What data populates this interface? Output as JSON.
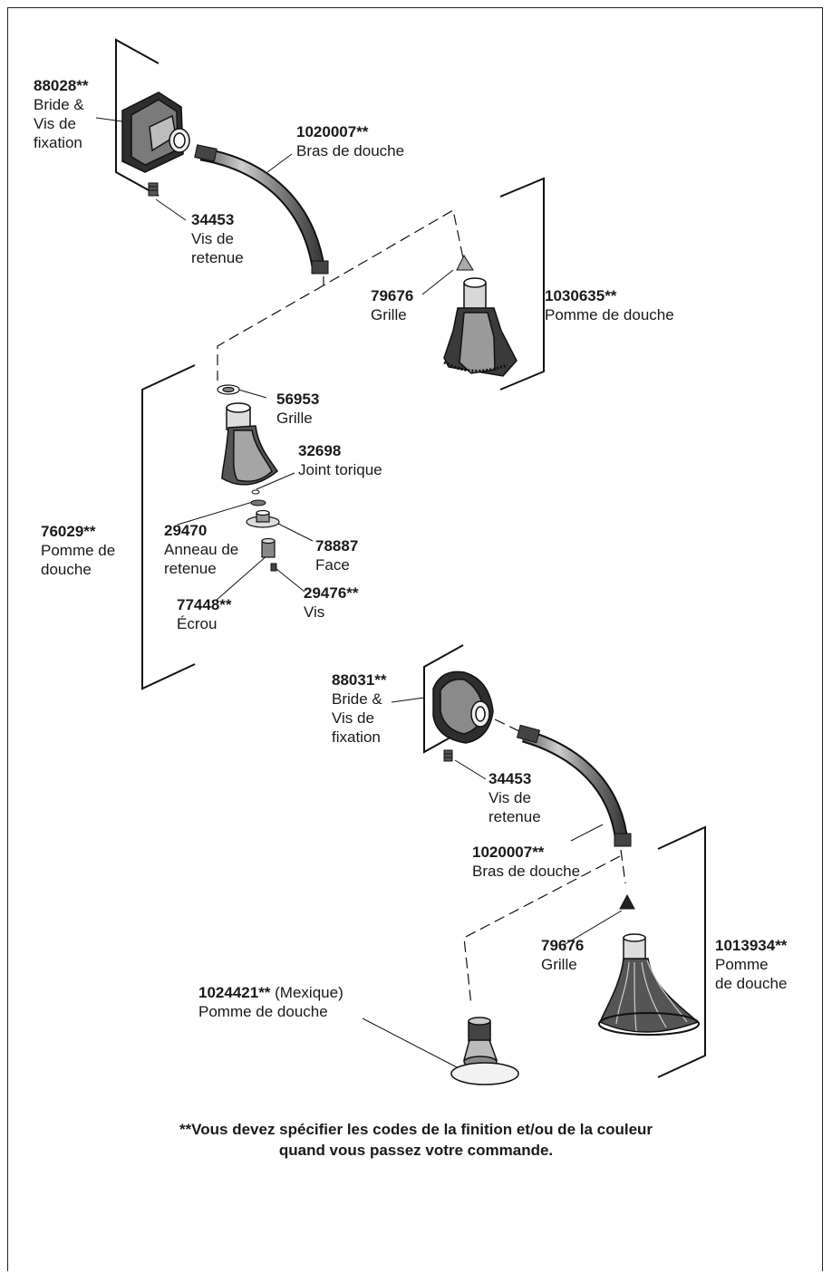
{
  "labels": {
    "flange_a": {
      "part": "88028",
      "suffix": "**",
      "lines": [
        "Bride &",
        "Vis de",
        "fixation"
      ]
    },
    "arm_a": {
      "part": "1020007",
      "suffix": "**",
      "lines": [
        "Bras de douche"
      ]
    },
    "screw_a": {
      "part": "34453",
      "suffix": "",
      "lines": [
        "Vis de",
        "retenue"
      ]
    },
    "grille_a": {
      "part": "79676",
      "suffix": "",
      "lines": [
        "Grille"
      ]
    },
    "head_a": {
      "part": "1030635",
      "suffix": "**",
      "lines": [
        "Pomme de douche"
      ]
    },
    "grille_b": {
      "part": "56953",
      "suffix": "",
      "lines": [
        "Grille"
      ]
    },
    "oring": {
      "part": "32698",
      "suffix": "",
      "lines": [
        "Joint torique"
      ]
    },
    "head_b": {
      "part": "76029",
      "suffix": "**",
      "lines": [
        "Pomme de",
        "douche"
      ]
    },
    "ring": {
      "part": "29470",
      "suffix": "",
      "lines": [
        "Anneau de",
        "retenue"
      ]
    },
    "face": {
      "part": "78887",
      "suffix": "",
      "lines": [
        "Face"
      ]
    },
    "nut": {
      "part": "77448",
      "suffix": "**",
      "lines": [
        "Écrou"
      ]
    },
    "vis": {
      "part": "29476",
      "suffix": "**",
      "lines": [
        "Vis"
      ]
    },
    "flange_b": {
      "part": "88031",
      "suffix": "**",
      "lines": [
        "Bride &",
        "Vis de",
        "fixation"
      ]
    },
    "screw_b": {
      "part": "34453",
      "suffix": "",
      "lines": [
        "Vis de",
        "retenue"
      ]
    },
    "arm_b": {
      "part": "1020007",
      "suffix": "**",
      "lines": [
        "Bras de douche"
      ]
    },
    "grille_c": {
      "part": "79676",
      "suffix": "",
      "lines": [
        "Grille"
      ]
    },
    "head_c": {
      "part": "1013934",
      "suffix": "**",
      "lines": [
        "Pomme",
        "de douche"
      ]
    },
    "head_d": {
      "part": "1024421",
      "suffix": "**",
      "extra": " (Mexique)",
      "lines": [
        "Pomme de douche"
      ]
    }
  },
  "footnote": {
    "line1": "**Vous devez spécifier les codes de la finition et/ou de la couleur",
    "line2": "quand vous passez votre commande."
  }
}
